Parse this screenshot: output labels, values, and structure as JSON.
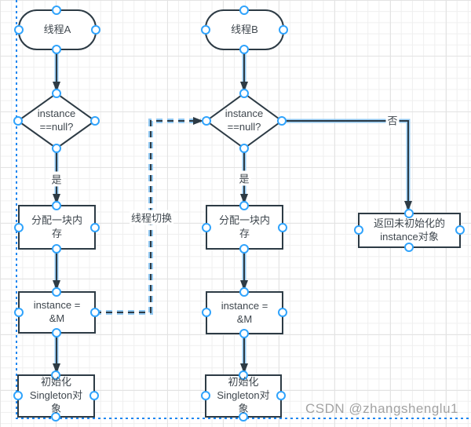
{
  "colors": {
    "shape_stroke": "#2d3b45",
    "edge_halo_blue": "#93c9f2",
    "selection_dotted_blue": "#1f87f0",
    "handle_blue": "#30a3fc",
    "text": "#3f474e",
    "watermark_gray": "#a3a3a3"
  },
  "nodes": {
    "thread_a": {
      "label": "线程A"
    },
    "thread_b": {
      "label": "线程B"
    },
    "cond_a": {
      "lines": [
        "instance",
        "==null?"
      ]
    },
    "cond_b": {
      "lines": [
        "instance",
        "==null?"
      ]
    },
    "alloc_a": {
      "lines": [
        "分配一块内",
        "存"
      ]
    },
    "alloc_b": {
      "lines": [
        "分配一块内",
        "存"
      ]
    },
    "assign_a": {
      "lines": [
        "instance =",
        "&M"
      ]
    },
    "assign_b": {
      "lines": [
        "instance =",
        "&M"
      ]
    },
    "init_a": {
      "lines": [
        "初始化",
        "Singleton对",
        "象"
      ]
    },
    "init_b": {
      "lines": [
        "初始化",
        "Singleton对",
        "象"
      ]
    },
    "return_uninit": {
      "lines": [
        "返回未初始化的",
        "instance对象"
      ]
    }
  },
  "edge_labels": {
    "yes_a": "是",
    "yes_b": "是",
    "no": "否",
    "thread_switch": "线程切换"
  },
  "watermark": "CSDN @zhangshenglu1"
}
